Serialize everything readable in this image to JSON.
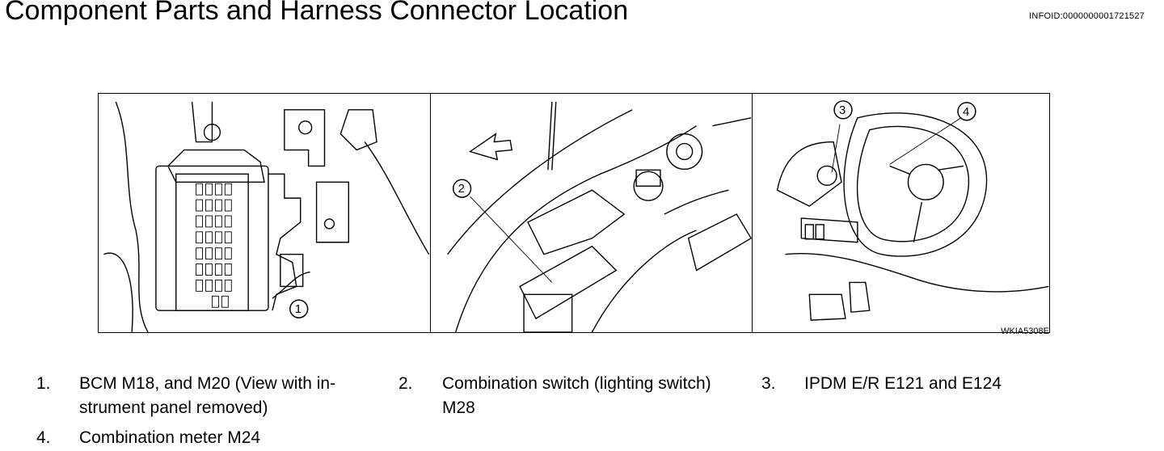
{
  "page": {
    "title": "Component Parts and Harness Connector Location",
    "info_id": "INFOID:0000000001721527"
  },
  "figure": {
    "id": "WKIA5308E",
    "callouts": [
      "1",
      "2",
      "3",
      "4"
    ]
  },
  "legend": [
    {
      "num": "1.",
      "line1": "BCM M18, and M20 (View with in-",
      "line2": "strument panel removed)"
    },
    {
      "num": "2.",
      "line1": "Combination switch (lighting switch)",
      "line2": "M28"
    },
    {
      "num": "3.",
      "line1": "IPDM E/R E121 and E124",
      "line2": ""
    },
    {
      "num": "4.",
      "line1": "Combination meter M24",
      "line2": ""
    }
  ]
}
